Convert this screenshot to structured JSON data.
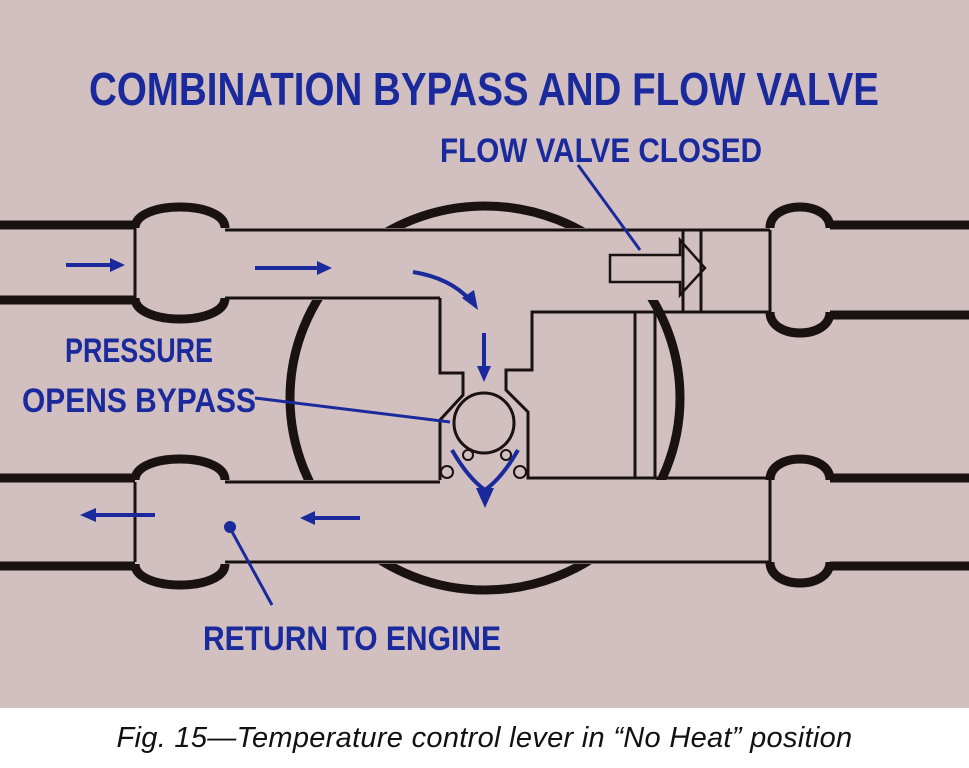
{
  "title": "COMBINATION BYPASS AND FLOW VALVE",
  "labels": {
    "flow_valve": "FLOW VALVE CLOSED",
    "pressure_line1": "PRESSURE",
    "pressure_line2": "OPENS BYPASS",
    "return": "RETURN TO ENGINE"
  },
  "caption": "Fig. 15—Temperature control lever in “No Heat” position",
  "colors": {
    "background": "#d2c0c0",
    "ink": "#1a1212",
    "label_blue": "#1a2a9c"
  }
}
